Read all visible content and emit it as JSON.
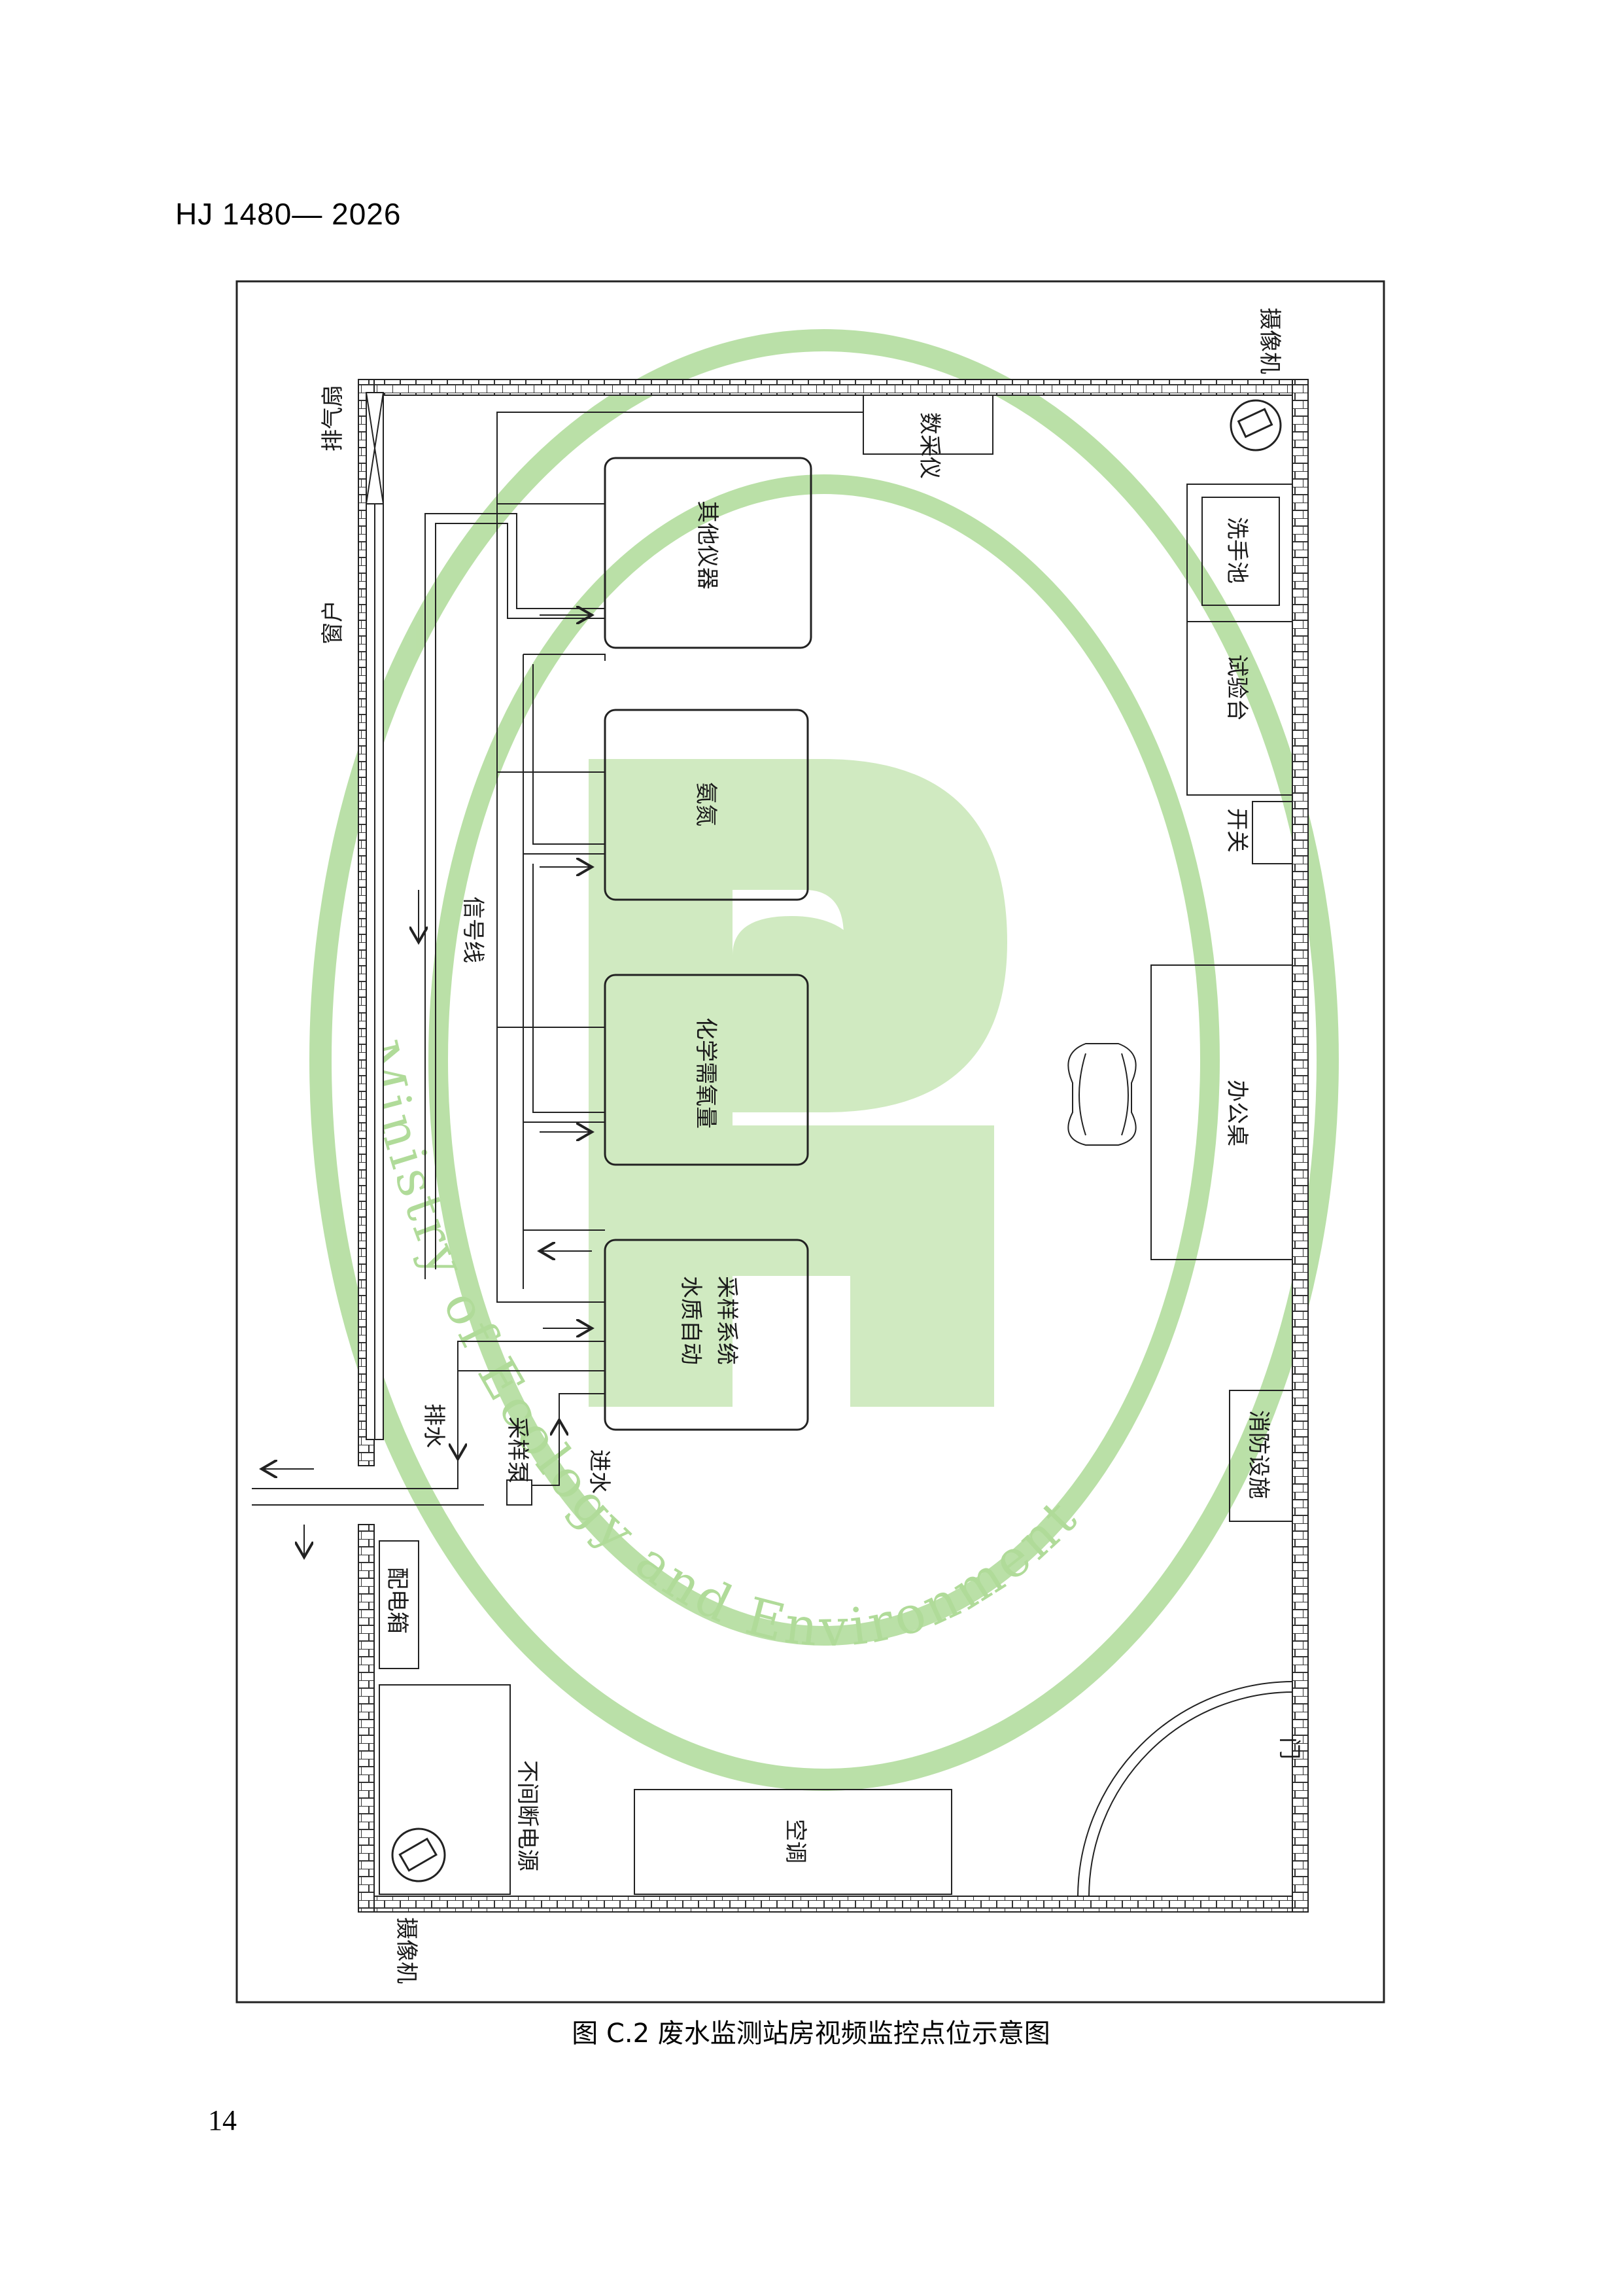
{
  "header": "HJ 1480— 2026",
  "page_number": "14",
  "caption": "图 C.2  废水监测站房视频监控点位示意图",
  "watermark": {
    "ring_text": "Ministry of Ecology and Environment",
    "color": "#a8d88f",
    "fill_color": "#c6e6b5"
  },
  "labels": {
    "fan": "排气扇",
    "window": "窗户",
    "data_collector": "数采仪",
    "other_instruments": "其他仪器",
    "ammonia": "氨氮",
    "cod": "化学需氧量",
    "sampler_1": "水质自动",
    "sampler_2": "采样系统",
    "signal_line": "信号线",
    "drain": "排水",
    "pump": "采样泵",
    "inlet": "进水",
    "power_box": "配电箱",
    "ups": "不间断电源",
    "ac": "空调",
    "camera_top": "摄像机",
    "camera_bottom": "摄像机",
    "sink": "洗手池",
    "lab_bench": "试验台",
    "switch": "开关",
    "desk": "办公桌",
    "fire": "消防设施",
    "door": "门"
  }
}
